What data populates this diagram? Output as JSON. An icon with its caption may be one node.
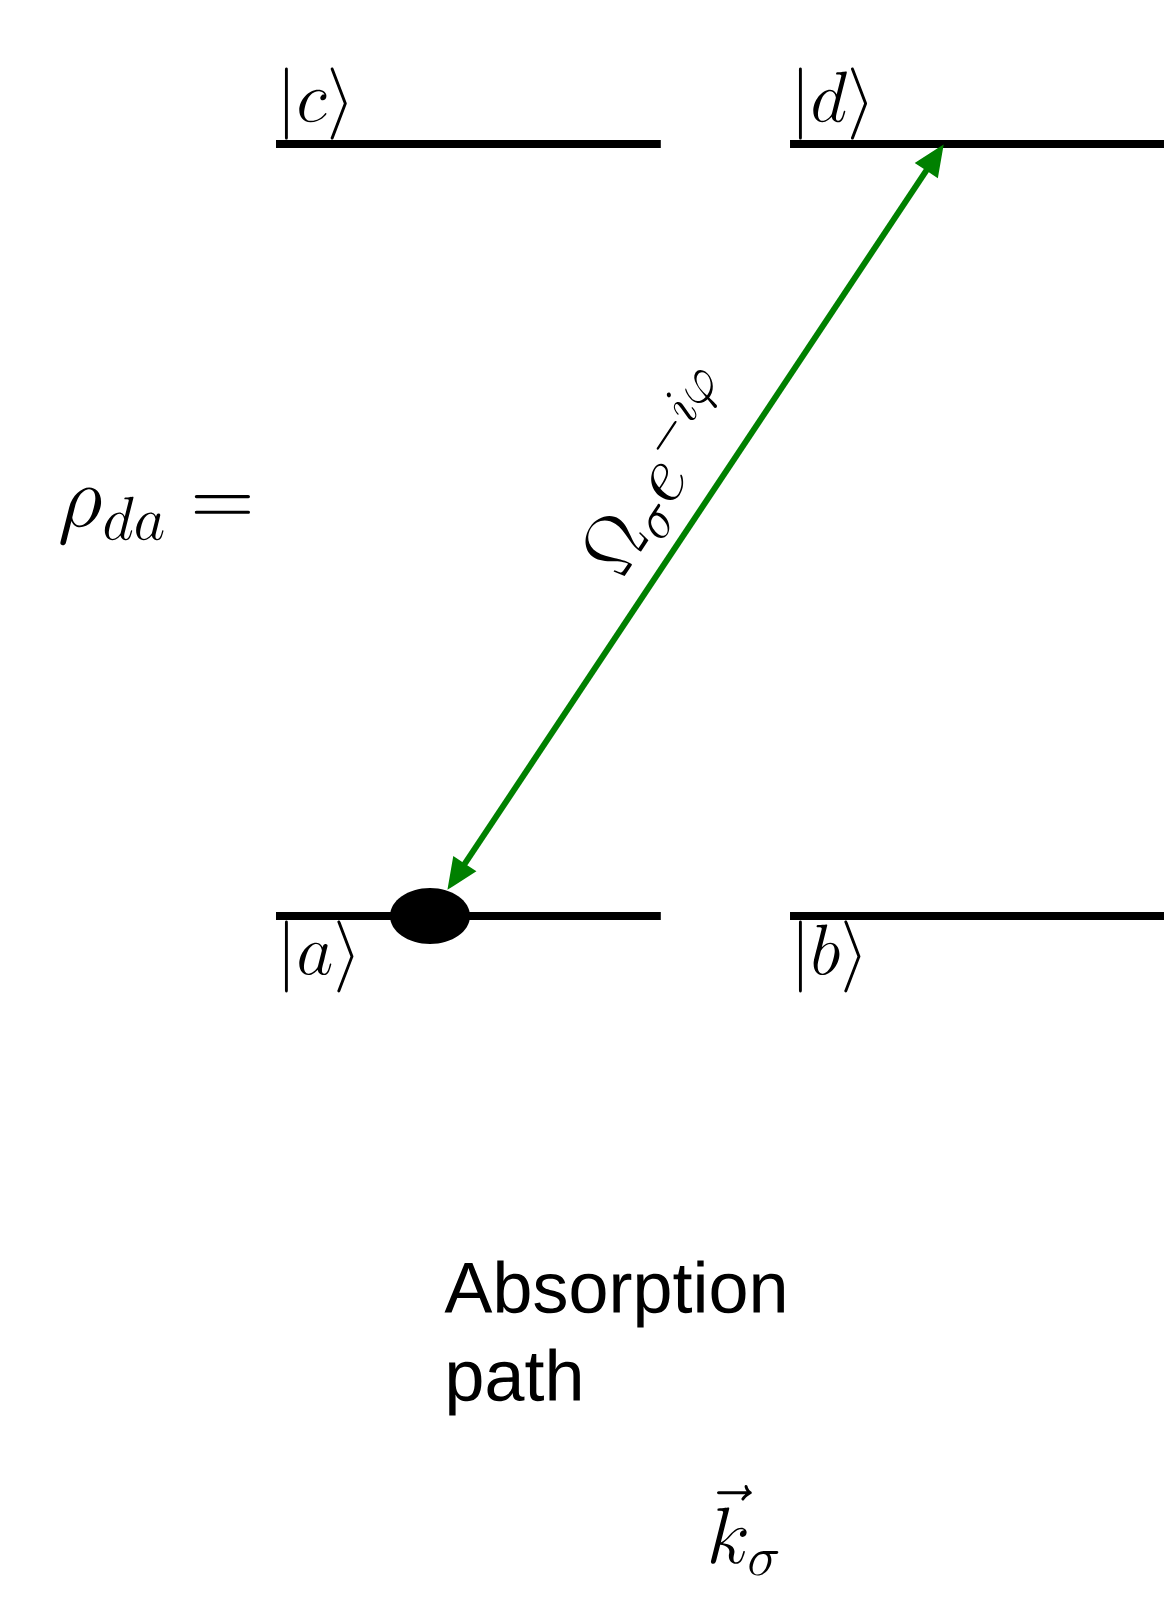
{
  "diagram": {
    "nodes": [
      {
        "text": [
          "|c\\rangle"
        ]
      },
      {
        "text": [
          "|d\\rangle"
        ]
      },
      {
        "text": [
          "|a\\rangle"
        ]
      },
      {
        "text": [
          "|b\\rangle"
        ]
      },
      {
        "text": [],
        "shape": "circle"
      }
    ],
    "edges": [
      {
        "from": 4,
        "to": 1,
        "arrow": "both",
        "label": "\\Omega_\\sigma e^{-i\\varphi}",
        "color": "#008000"
      }
    ],
    "labels": [
      "\\rho_{da} =",
      "Absorption path",
      "\\vec{k}_\\sigma"
    ]
  }
}
